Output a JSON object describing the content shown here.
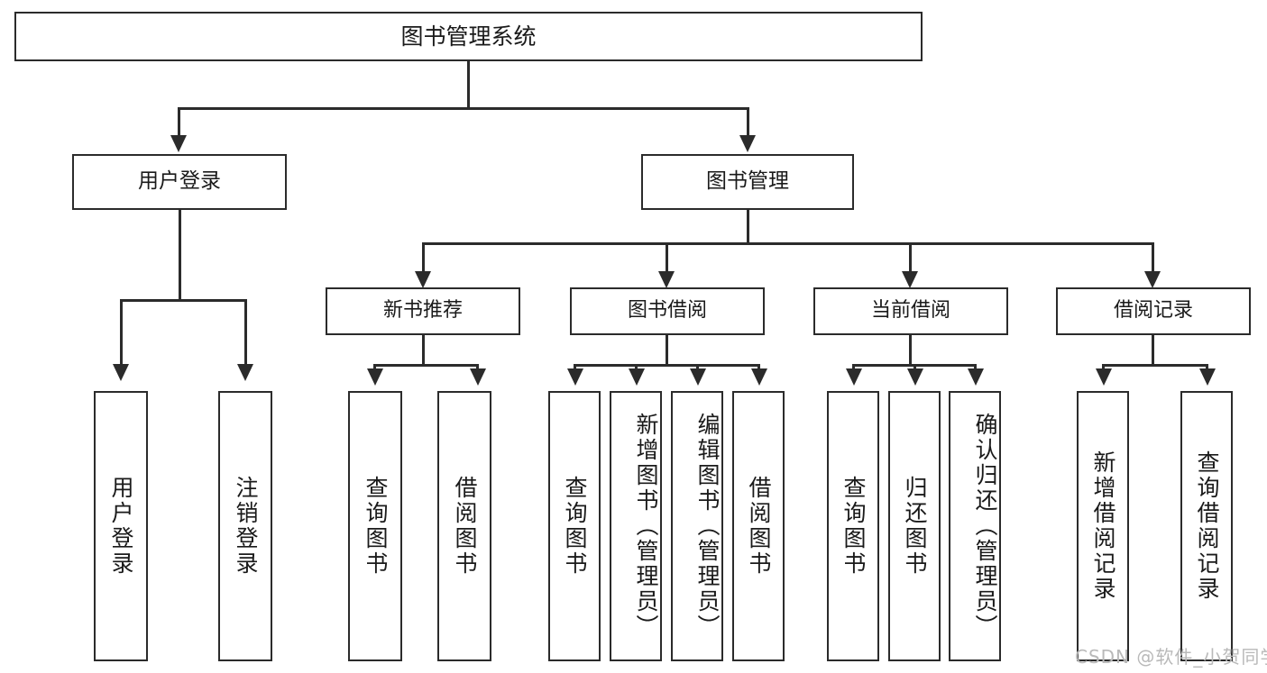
{
  "diagram": {
    "title": "图书管理系统",
    "type": "functional-structure-tree",
    "root": {
      "label": "图书管理系统"
    },
    "level1": [
      {
        "id": "user-login",
        "label": "用户登录"
      },
      {
        "id": "book-management",
        "label": "图书管理"
      }
    ],
    "level2": [
      {
        "id": "new-book-recommend",
        "label": "新书推荐",
        "parent": "book-management"
      },
      {
        "id": "book-borrow",
        "label": "图书借阅",
        "parent": "book-management"
      },
      {
        "id": "current-borrow",
        "label": "当前借阅",
        "parent": "book-management"
      },
      {
        "id": "borrow-record",
        "label": "借阅记录",
        "parent": "book-management"
      }
    ],
    "leaves": [
      {
        "id": "leaf-user-login",
        "label": "用户登录",
        "parent": "user-login"
      },
      {
        "id": "leaf-logout",
        "label": "注销登录",
        "parent": "user-login"
      },
      {
        "id": "leaf-query-book-1",
        "label": "查询图书",
        "parent": "new-book-recommend"
      },
      {
        "id": "leaf-borrow-book-1",
        "label": "借阅图书",
        "parent": "new-book-recommend"
      },
      {
        "id": "leaf-query-book-2",
        "label": "查询图书",
        "parent": "book-borrow"
      },
      {
        "id": "leaf-add-book",
        "label": "新增图书（管理员）",
        "parent": "book-borrow"
      },
      {
        "id": "leaf-edit-book",
        "label": "编辑图书（管理员）",
        "parent": "book-borrow"
      },
      {
        "id": "leaf-borrow-book-2",
        "label": "借阅图书",
        "parent": "book-borrow"
      },
      {
        "id": "leaf-query-book-3",
        "label": "查询图书",
        "parent": "current-borrow"
      },
      {
        "id": "leaf-return-book",
        "label": "归还图书",
        "parent": "current-borrow"
      },
      {
        "id": "leaf-confirm-return",
        "label": "确认归还（管理员）",
        "parent": "current-borrow"
      },
      {
        "id": "leaf-add-record",
        "label": "新增借阅记录",
        "parent": "borrow-record"
      },
      {
        "id": "leaf-query-record",
        "label": "查询借阅记录",
        "parent": "borrow-record"
      }
    ],
    "watermark": "CSDN @软件_小贺同学",
    "colors": {
      "stroke": "#2b2b2b",
      "fill": "#ffffff",
      "text": "#1a1a1a",
      "watermark": "#b9b9b9"
    }
  }
}
